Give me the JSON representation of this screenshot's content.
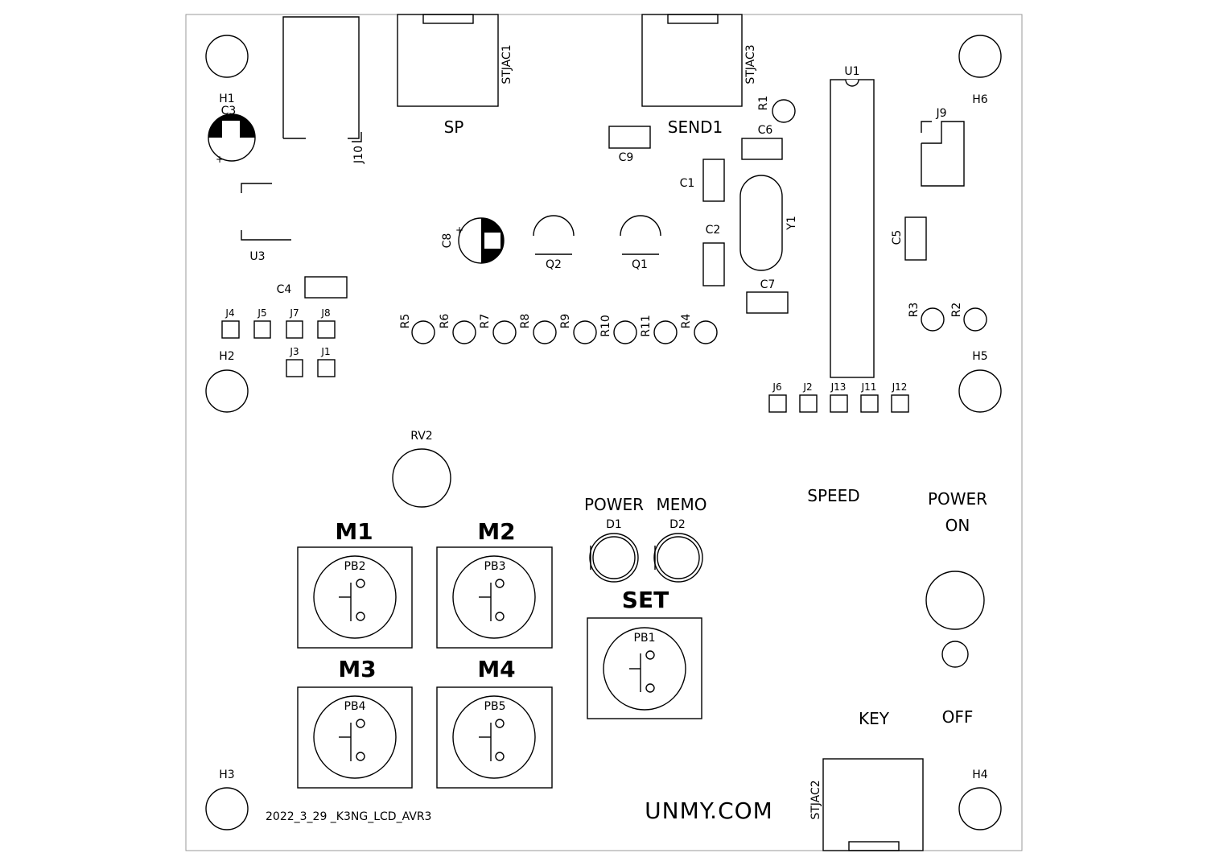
{
  "board": {
    "holes": [
      "H1",
      "H2",
      "H3",
      "H4",
      "H5",
      "H6"
    ],
    "capacitors": [
      "C1",
      "C2",
      "C3",
      "C4",
      "C5",
      "C6",
      "C7",
      "C8",
      "C9"
    ],
    "resistors": [
      "R1",
      "R2",
      "R3",
      "R4",
      "R5",
      "R6",
      "R7",
      "R8",
      "R9",
      "R10",
      "R11"
    ],
    "jumpers": [
      "J1",
      "J2",
      "J3",
      "J4",
      "J5",
      "J6",
      "J7",
      "J8",
      "J9",
      "J10",
      "J11",
      "J12",
      "J13"
    ],
    "transistors": [
      "Q1",
      "Q2"
    ],
    "ics": [
      "U1",
      "U3"
    ],
    "crystal": "Y1",
    "pot": "RV2",
    "leds": [
      "D1",
      "D2"
    ],
    "buttons": [
      "PB1",
      "PB2",
      "PB3",
      "PB4",
      "PB5"
    ],
    "jacks": [
      "STJAC1",
      "STJAC2",
      "STJAC3"
    ]
  },
  "labels": {
    "sp": "SP",
    "send1": "SEND1",
    "m1": "M1",
    "m2": "M2",
    "m3": "M3",
    "m4": "M4",
    "set": "SET",
    "power": "POWER",
    "memo": "MEMO",
    "speed": "SPEED",
    "power_on_1": "POWER",
    "power_on_2": "ON",
    "off": "OFF",
    "key": "KEY",
    "site": "UNMY.COM",
    "revision": "2022_3_29 _K3NG_LCD_AVR3"
  }
}
